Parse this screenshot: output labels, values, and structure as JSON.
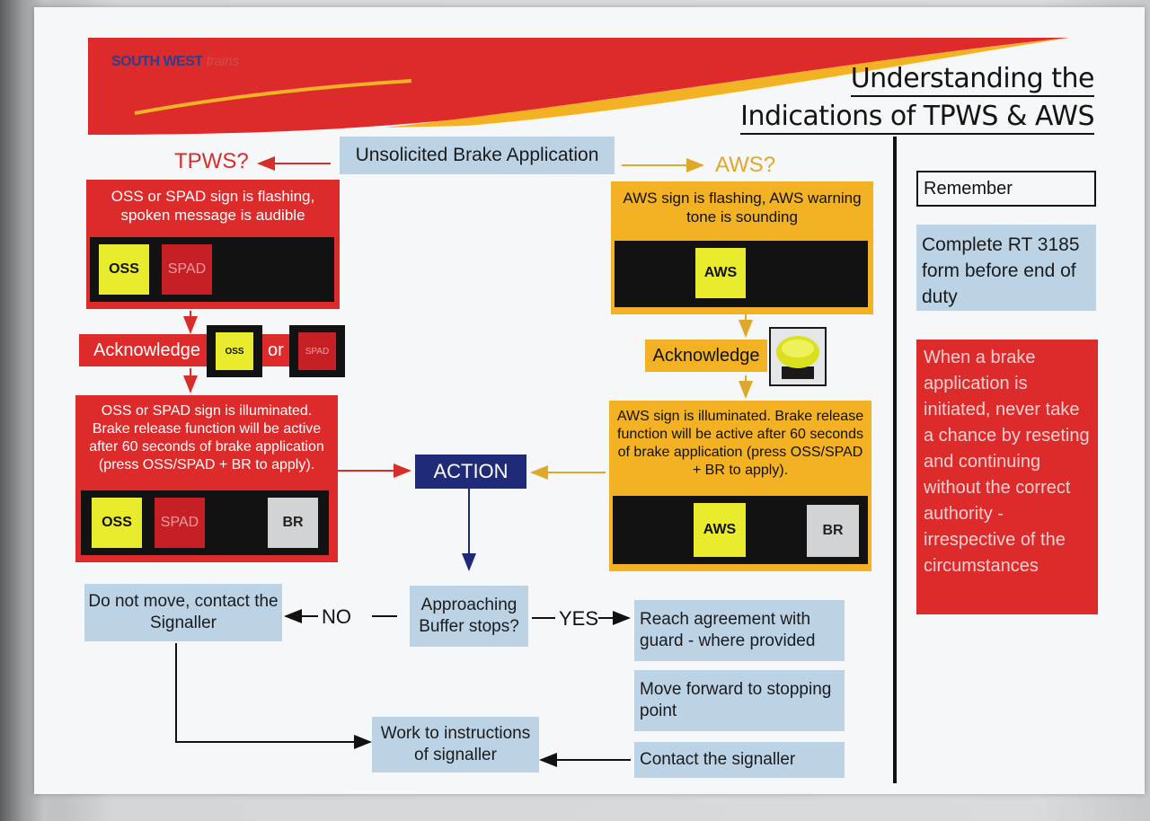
{
  "header": {
    "logo_main": "SOUTH WEST",
    "logo_sub": "trains",
    "title_line1": "Understanding the",
    "title_line2": "Indications of TPWS & AWS",
    "colors": {
      "banner_red": "#dd2b2c",
      "banner_yellow": "#f2b223"
    }
  },
  "flow": {
    "start": "Unsolicited Brake Application",
    "tpws_heading": "TPWS?",
    "aws_heading": "AWS?",
    "tpws_step1_text": "OSS or SPAD sign is flashing, spoken message is audible",
    "tpws_step1_buttons": [
      "OSS",
      "SPAD"
    ],
    "tpws_ack_label": "Acknowledge",
    "tpws_ack_oss": "OSS",
    "tpws_ack_or": "or",
    "tpws_ack_spad": "SPAD",
    "tpws_step2_text": "OSS or SPAD sign is illuminated. Brake release  function will be active after 60 seconds of brake application (press OSS/SPAD + BR to apply).",
    "tpws_step2_buttons": [
      "OSS",
      "SPAD",
      "BR"
    ],
    "aws_step1_text": "AWS  sign is flashing, AWS warning tone is sounding",
    "aws_step1_button": "AWS",
    "aws_ack_label": "Acknowledge",
    "aws_step2_text": "AWS  sign is illuminated. Brake release  function will be active after 60 seconds of brake application (press OSS/SPAD + BR to apply).",
    "aws_step2_buttons": [
      "AWS",
      "BR"
    ],
    "action": "ACTION",
    "question": "Approaching Buffer stops?",
    "no_label": "NO",
    "yes_label": "YES",
    "no_outcome": "Do not move, contact the Signaller",
    "yes_step1": "Reach agreement with guard - where provided",
    "yes_step2": "Move forward to stopping point",
    "yes_step3": "Contact the signaller",
    "final": "Work to instructions of signaller"
  },
  "sidebar": {
    "remember": "Remember",
    "complete": "Complete RT 3185 form before end of duty",
    "warning": "When a brake application is initiated, never take a chance by reseting and continuing without the correct authority - irrespective of the circumstances"
  }
}
